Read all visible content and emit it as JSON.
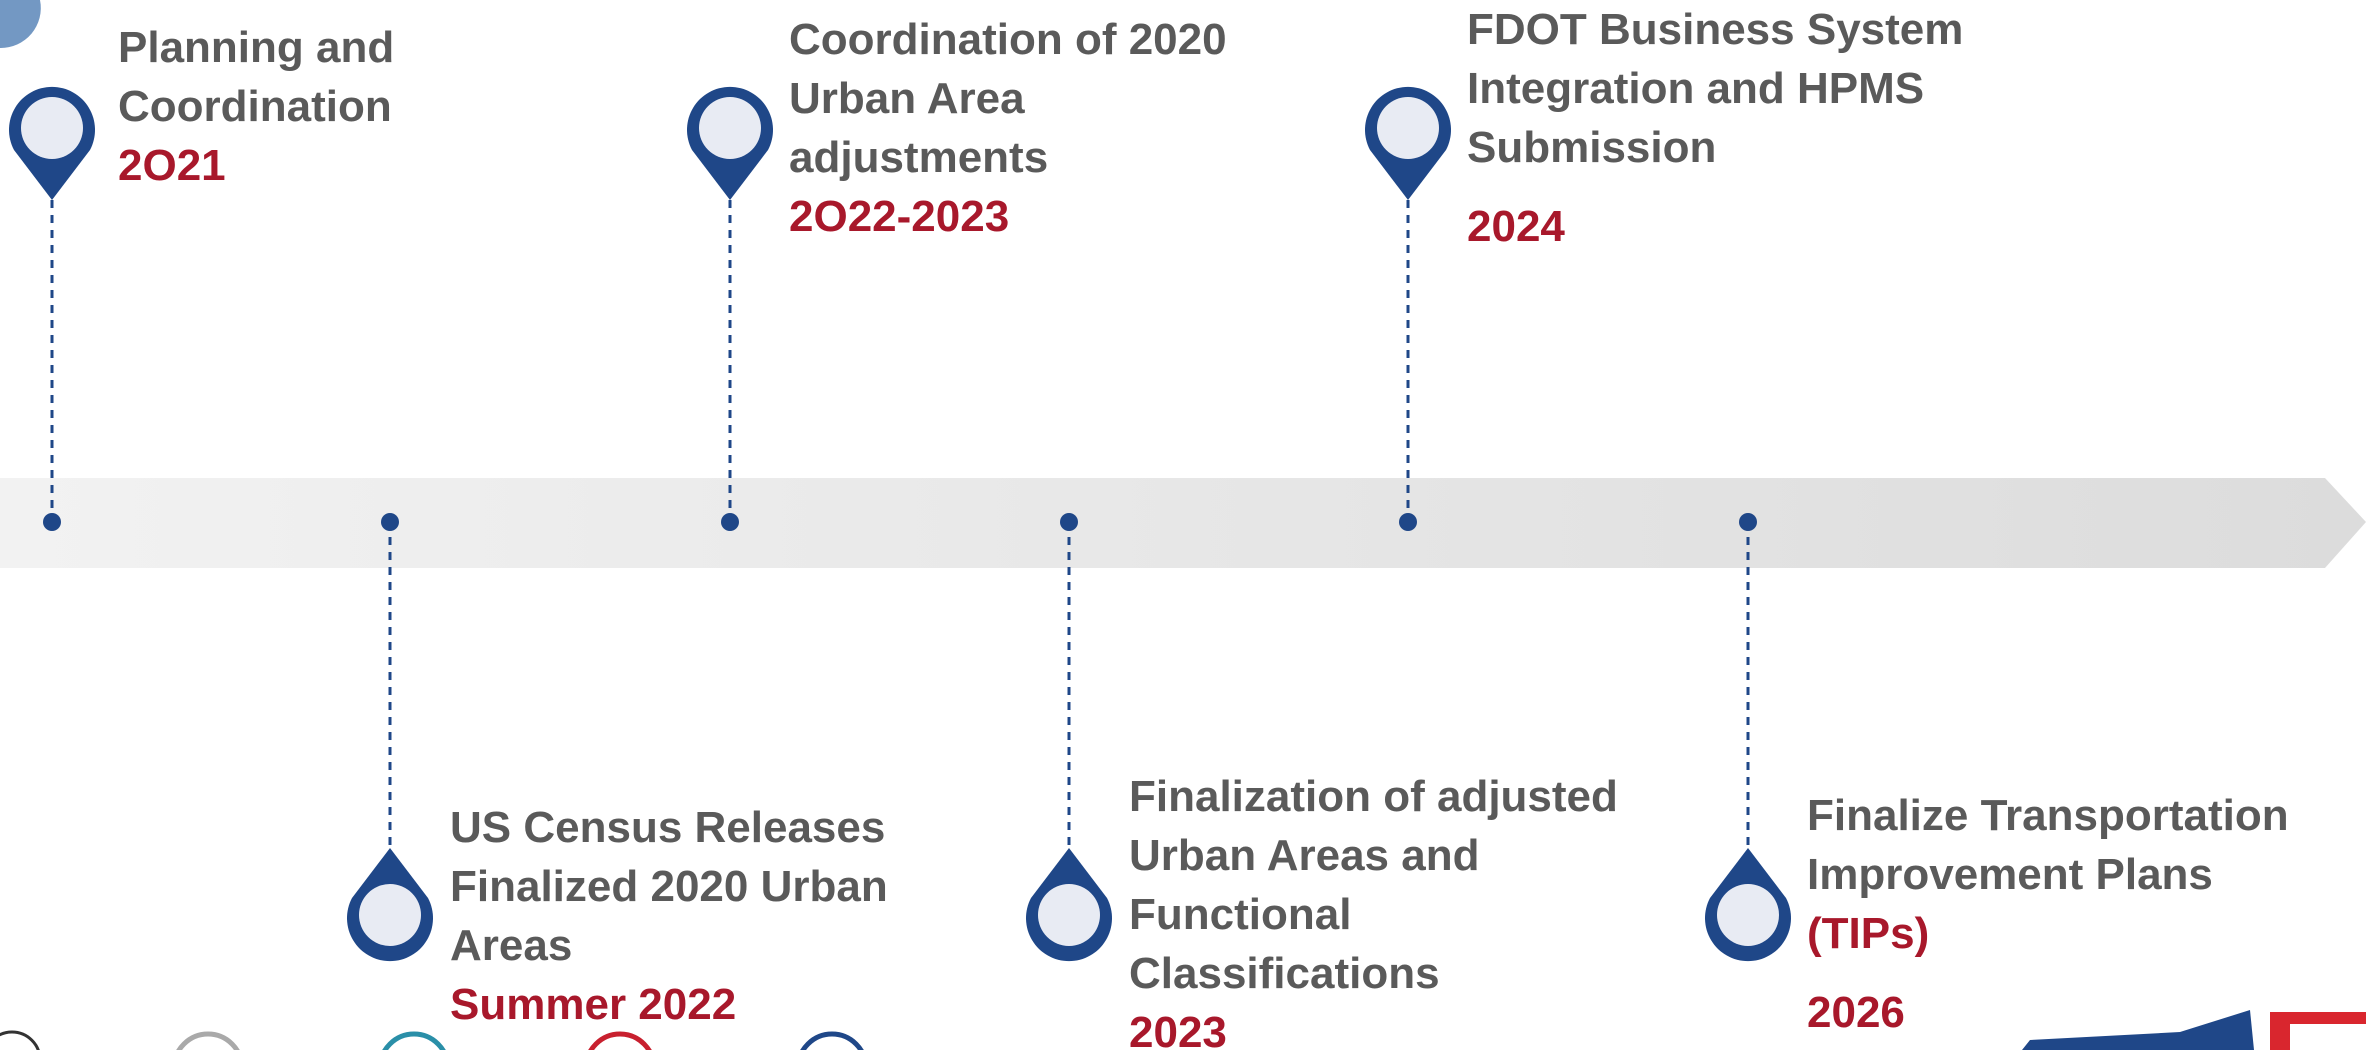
{
  "colors": {
    "marker": "#1f4788",
    "marker_fill": "#e8ebf3",
    "arrow": "#e1e1e1",
    "title_text": "#5a5a5a",
    "date_text": "#a8182b"
  },
  "milestones": [
    {
      "lines": [
        "Planning and",
        "Coordination"
      ],
      "date": "2O21"
    },
    {
      "lines": [
        "US Census Releases",
        "Finalized 2020 Urban",
        "Areas"
      ],
      "date": "Summer 2022"
    },
    {
      "lines": [
        "Coordination of 2020",
        "Urban Area",
        "adjustments"
      ],
      "date": "2O22-2023"
    },
    {
      "lines": [
        "Finalization of adjusted",
        "Urban Areas and",
        "Functional",
        "Classifications"
      ],
      "date": "2023"
    },
    {
      "lines": [
        "FDOT Business System",
        "Integration and HPMS",
        "Submission"
      ],
      "date": "2024"
    },
    {
      "lines": [
        "Finalize Transportation",
        "Improvement Plans"
      ],
      "accent": "(TIPs)",
      "date": "2026"
    }
  ]
}
